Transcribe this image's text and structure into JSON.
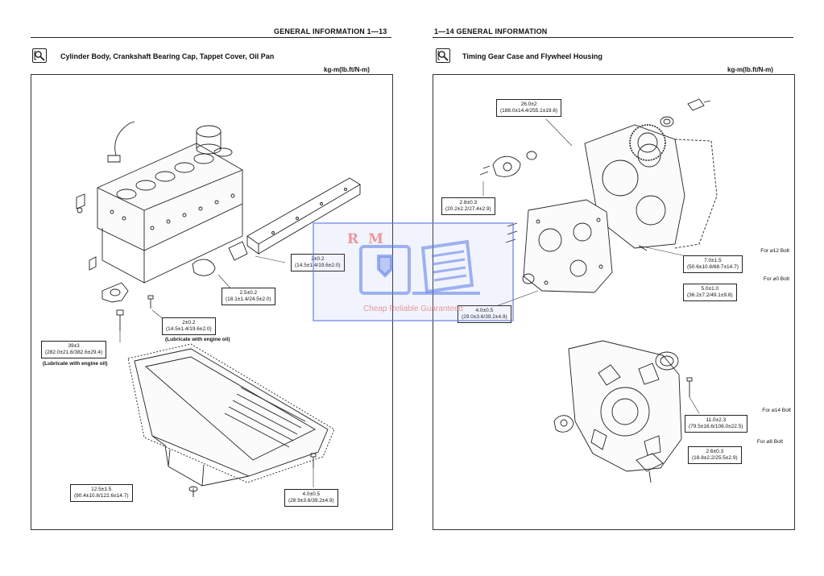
{
  "left_page": {
    "header": "GENERAL INFORMATION 1—13",
    "section_title": "Cylinder Body, Crankshaft Bearing Cap, Tappet Cover, Oil Pan",
    "units": "kg-m(lb.ft/N-m)",
    "specs": [
      {
        "value": "2±0.2",
        "converted": "(14.5±1.4/19.6±2.0)"
      },
      {
        "value": "2.5±0.2",
        "converted": "(18.1±1.4/24.5±2.0)"
      },
      {
        "value": "2±0.2",
        "converted": "(14.5±1.4/19.6±2.0)",
        "note": "(Lubricate with engine oil)"
      },
      {
        "value": "39±3",
        "converted": "(282.0±21.6/382.6±29.4)",
        "note": "(Lubricate with engine oil)"
      },
      {
        "value": "12.5±1.5",
        "converted": "(90.4±10.8/122.6±14.7)"
      },
      {
        "value": "4.0±0.5",
        "converted": "(28.9±3.6/39.2±4.9)"
      }
    ]
  },
  "right_page": {
    "header": "1—14 GENERAL INFORMATION",
    "section_title": "Timing Gear Case and Flywheel Housing",
    "units": "kg-m(lb.ft/N-m)",
    "specs": [
      {
        "value": "26.0±2",
        "converted": "(188.0±14.4/255.1±19.6)"
      },
      {
        "value": "2.8±0.3",
        "converted": "(20.2±2.2/27.4±2.9)"
      },
      {
        "label": "For ⌀12 Bolt",
        "value": "7.0±1.5",
        "converted": "(50.6±10.8/68.7±14.7)"
      },
      {
        "label": "For ⌀0 Bolt",
        "value": "5.0±1.0",
        "converted": "(36.2±7.2/49.1±9.8)"
      },
      {
        "value": "4.0±0.5",
        "converted": "(29.0±3.6/39.2±4.9)"
      },
      {
        "label": "For ⌀14 Bolt",
        "value": "11.0±2.3",
        "converted": "(79.5±16.6/108.0±22.5)"
      },
      {
        "label": "For ⌀8 Bolt",
        "value": "2.6±0.3",
        "converted": "(18.8±2.2/25.5±2.9)"
      }
    ]
  },
  "watermark": {
    "letters": "RM",
    "tagline": "Cheap Reliable Guaranteed"
  },
  "colors": {
    "ink": "#111111",
    "watermark_blue": "#5a78e6",
    "watermark_red": "#e67878"
  },
  "icons": [
    "wrench-manual-icon"
  ]
}
